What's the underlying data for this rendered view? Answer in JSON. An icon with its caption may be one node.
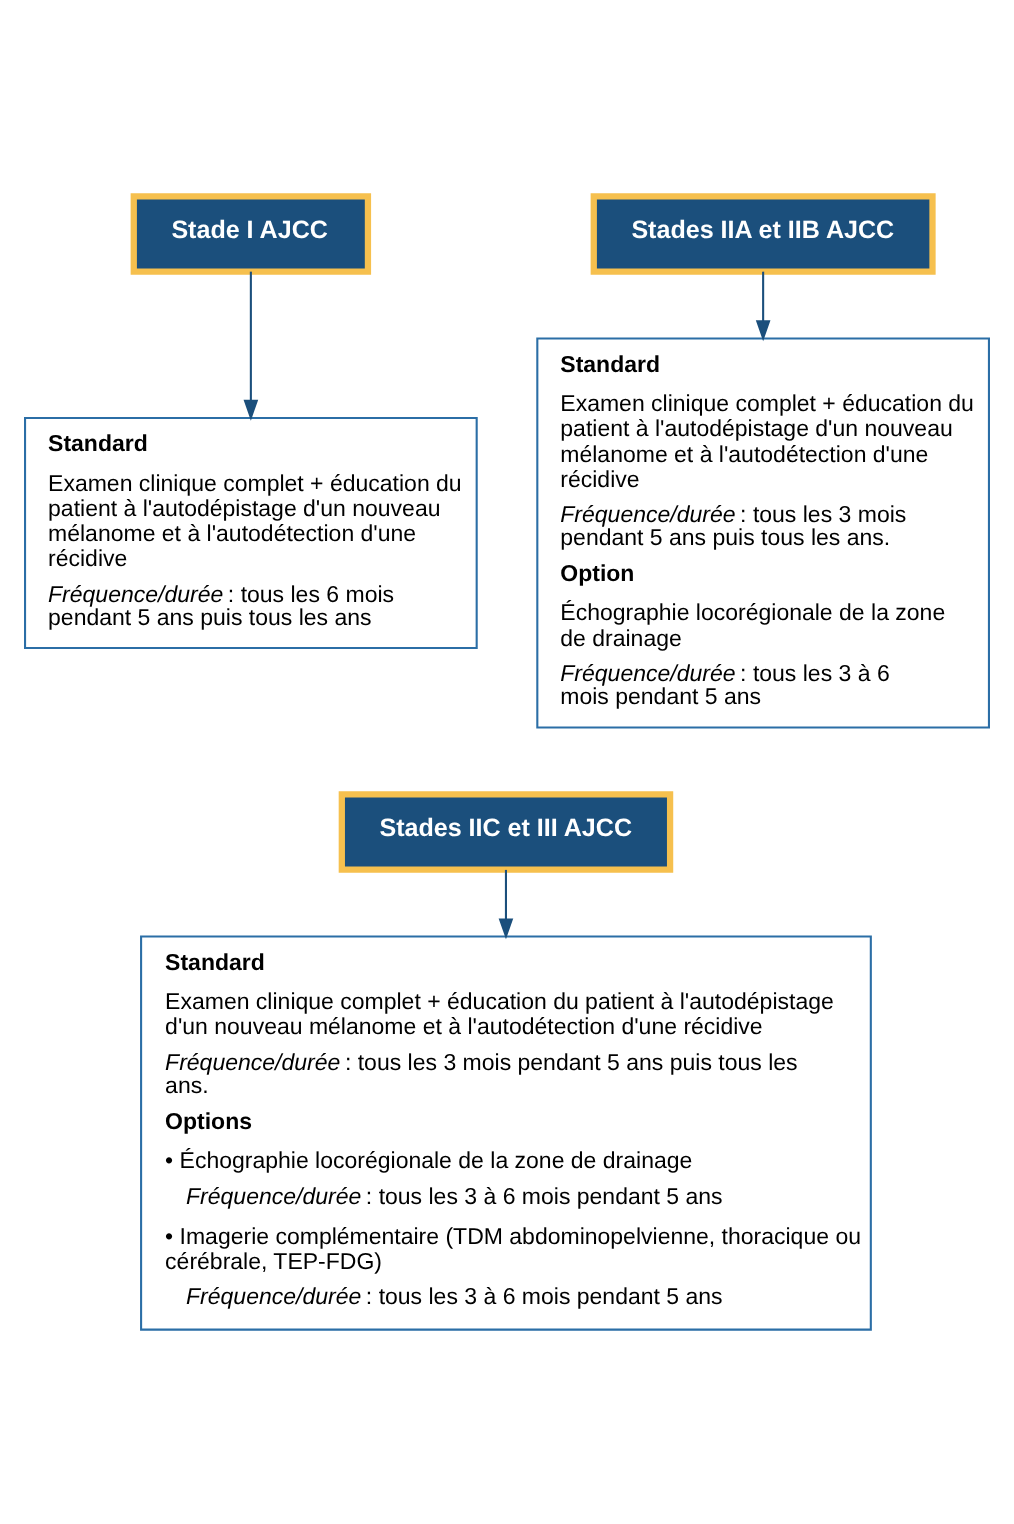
{
  "diagram": {
    "nodes": [
      {
        "text": [
          "Stade I AJCC"
        ]
      },
      {
        "text": [
          "Standard",
          "Examen clinique complet + éducation du patient à l'autodépistage d'un nouveau mélanome et à l'autodétection d'une récidive",
          "*Fréquence/durée* : tous les 6 mois pendant 5 ans puis tous les ans"
        ]
      },
      {
        "text": [
          "Stades IIA et IIB AJCC"
        ]
      },
      {
        "text": [
          "Standard",
          "Examen clinique complet + éducation du patient à l'autodépistage d'un nouveau mélanome et à l'autodétection d'une récidive",
          "*Fréquence/durée* : tous les 3 mois pendant 5 ans puis tous les ans.",
          "Option",
          "Échographie locorégionale de la zone de drainage",
          "*Fréquence/durée* : tous les 3 à 6 mois pendant 5 ans"
        ]
      },
      {
        "text": [
          "Stades IIC et III AJCC"
        ]
      },
      {
        "text": [
          "Standard",
          "Examen clinique complet + éducation du patient à l'autodépistage d'un nouveau mélanome et à l'autodétection d'une récidive",
          "*Fréquence/durée* : tous les 3 mois pendant 5 ans puis tous les ans.",
          "Options",
          "• Échographie locorégionale de la zone de drainage",
          "*Fréquence/durée* : tous les 3 à 6 mois pendant 5 ans",
          "• Imagerie complémentaire (TDM abdominopelvienne, thoracique ou cérébrale, TEP-FDG)",
          "*Fréquence/durée* : tous les 3 à 6 mois pendant 5 ans"
        ]
      }
    ],
    "edges": [
      {
        "from": 0,
        "to": 1,
        "arrow": "to"
      },
      {
        "from": 2,
        "to": 3,
        "arrow": "to"
      },
      {
        "from": 4,
        "to": 5,
        "arrow": "to"
      }
    ]
  }
}
